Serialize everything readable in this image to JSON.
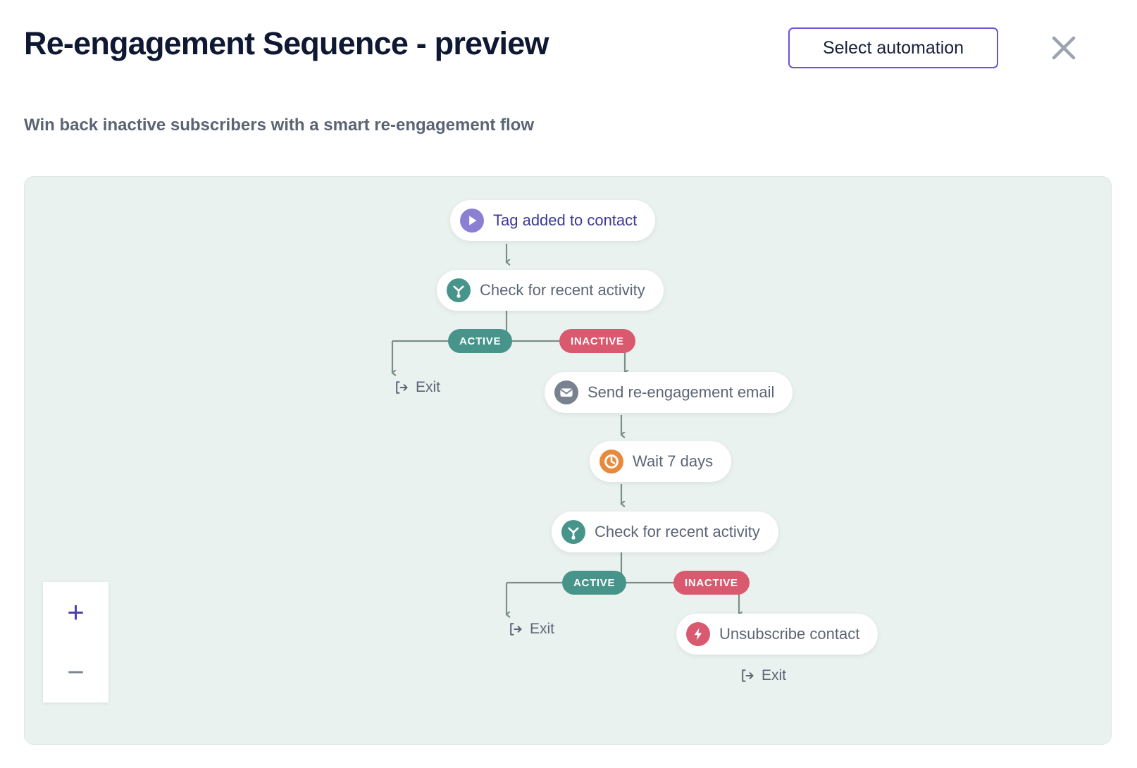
{
  "header": {
    "title": "Re-engagement Sequence - preview",
    "subtitle": "Win back inactive subscribers with a smart re-engagement flow",
    "select_automation_label": "Select automation",
    "close_icon": "close-icon",
    "accent_color": "#6f52d8",
    "title_color": "#0f1833"
  },
  "canvas": {
    "background_color": "#eaf2ef",
    "border_color": "#dce8e2",
    "edge_color": "#7b8e88"
  },
  "zoom_controls": {
    "zoom_in_label": "+",
    "zoom_out_label": "−",
    "zoom_in_icon": "plus-icon",
    "zoom_out_icon": "minus-icon",
    "zoom_in_color": "#4b42ad",
    "zoom_out_color": "#7b8694"
  },
  "flow": {
    "nodes": [
      {
        "id": "trigger",
        "label": "Tag added to contact",
        "icon": "play-trigger-icon",
        "icon_color": "#8b7fd4",
        "label_color": "#3b3896"
      },
      {
        "id": "branch1",
        "label": "Check for recent activity",
        "icon": "branch-split-icon",
        "icon_color": "#47948b",
        "label_color": "#5c6575"
      },
      {
        "id": "email",
        "label": "Send re-engagement email",
        "icon": "envelope-icon",
        "icon_color": "#78818f",
        "label_color": "#5c6575"
      },
      {
        "id": "wait",
        "label": "Wait 7 days",
        "icon": "clock-icon",
        "icon_color": "#e88a3c",
        "label_color": "#5c6575"
      },
      {
        "id": "branch2",
        "label": "Check for recent activity",
        "icon": "branch-split-icon",
        "icon_color": "#47948b",
        "label_color": "#5c6575"
      },
      {
        "id": "unsubscribe",
        "label": "Unsubscribe contact",
        "icon": "lightning-bolt-icon",
        "icon_color": "#d9596f",
        "label_color": "#5c6575"
      }
    ],
    "badges": [
      {
        "id": "branch1-active",
        "label": "ACTIVE",
        "color": "#47948b"
      },
      {
        "id": "branch1-inactive",
        "label": "INACTIVE",
        "color": "#d9596f"
      },
      {
        "id": "branch2-active",
        "label": "ACTIVE",
        "color": "#47948b"
      },
      {
        "id": "branch2-inactive",
        "label": "INACTIVE",
        "color": "#d9596f"
      }
    ],
    "exits": [
      {
        "id": "exit-branch1-active",
        "label": "Exit",
        "icon": "logout-icon"
      },
      {
        "id": "exit-branch2-active",
        "label": "Exit",
        "icon": "logout-icon"
      },
      {
        "id": "exit-final",
        "label": "Exit",
        "icon": "logout-icon"
      }
    ]
  }
}
